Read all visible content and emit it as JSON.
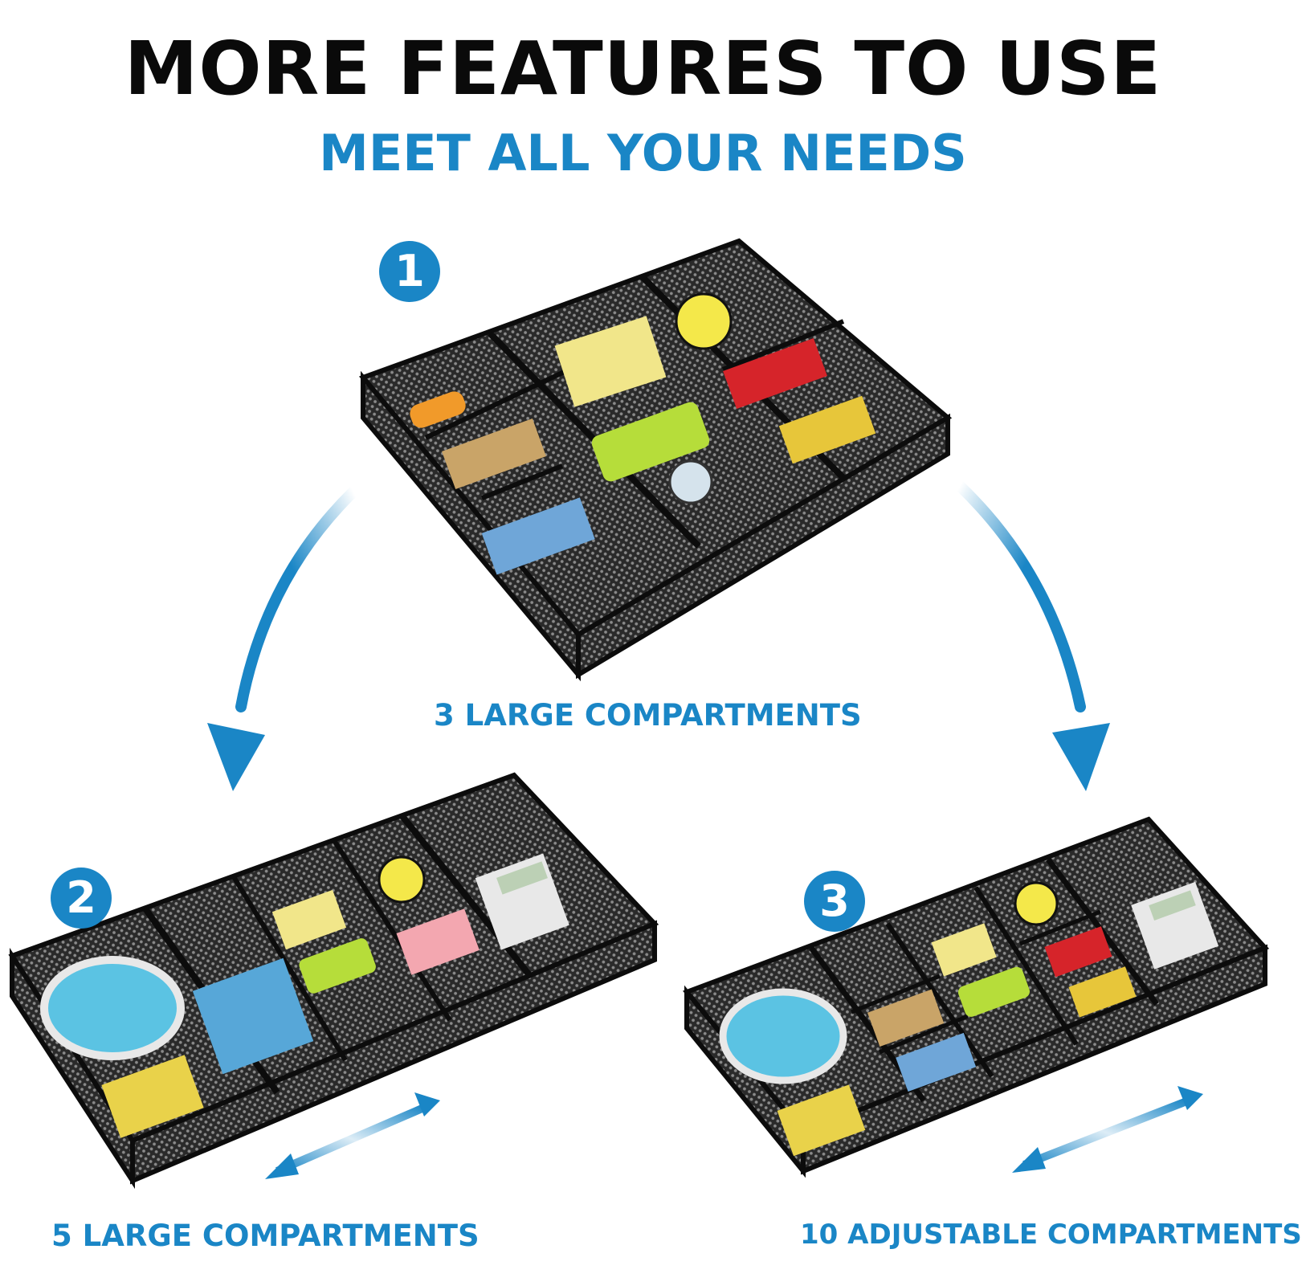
{
  "header": {
    "title": "MORE FEATURES TO USE",
    "subtitle": "MEET ALL YOUR NEEDS"
  },
  "configurations": [
    {
      "badge": "1",
      "caption": "3 LARGE COMPARTMENTS"
    },
    {
      "badge": "2",
      "caption": "5 LARGE COMPARTMENTS"
    },
    {
      "badge": "3",
      "caption": "10 ADJUSTABLE COMPARTMENTS"
    }
  ],
  "colors": {
    "accent_blue": "#1a86c6",
    "headline": "#0a0a0a",
    "mesh": "#1b1b1b",
    "background": "#ffffff"
  },
  "icons": [
    "curved-arrow-left-icon",
    "curved-arrow-right-icon",
    "double-arrow-icon"
  ]
}
